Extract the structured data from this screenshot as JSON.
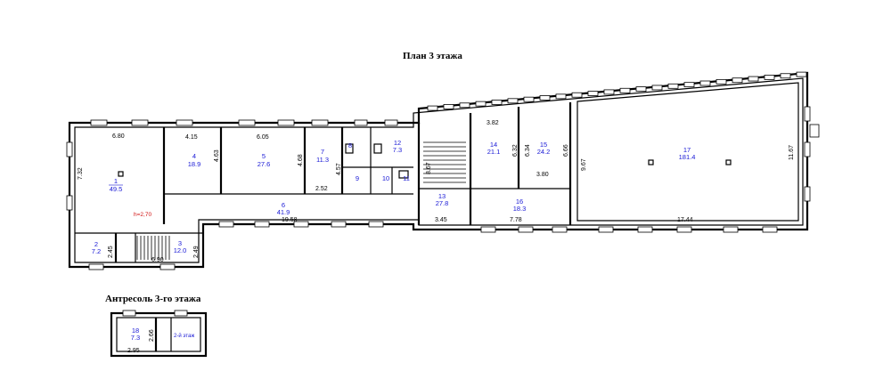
{
  "titles": {
    "plan": "План 3 этажа",
    "mezzanine": "Антресоль 3-го этажа"
  },
  "rooms": [
    {
      "num": "1",
      "area": "49.5"
    },
    {
      "num": "2",
      "area": "7.2"
    },
    {
      "num": "3",
      "area": "12.0"
    },
    {
      "num": "4",
      "area": "18.9"
    },
    {
      "num": "5",
      "area": "27.6"
    },
    {
      "num": "6",
      "area": "41.9"
    },
    {
      "num": "7",
      "area": "11.3"
    },
    {
      "num": "8",
      "area": ""
    },
    {
      "num": "9",
      "area": ""
    },
    {
      "num": "10",
      "area": ""
    },
    {
      "num": "11",
      "area": ""
    },
    {
      "num": "12",
      "area": "7.3"
    },
    {
      "num": "13",
      "area": "27.8"
    },
    {
      "num": "14",
      "area": "21.1"
    },
    {
      "num": "15",
      "area": "24.2"
    },
    {
      "num": "16",
      "area": "18.3"
    },
    {
      "num": "17",
      "area": "181.4"
    },
    {
      "num": "18",
      "area": "7.3"
    }
  ],
  "dimensions": {
    "d680": "6.80",
    "d732": "7.32",
    "d415": "4.15",
    "d463": "4.63",
    "d605": "6.05",
    "d468": "4.68",
    "d457": "4.57",
    "d252": "2.52",
    "d1958": "19.58",
    "d245": "2.45",
    "d249": "2.49",
    "d690": "6.90",
    "d382": "3.82",
    "d632": "6.32",
    "d634": "6.34",
    "d666": "6.66",
    "d380": "3.80",
    "d967": "9.67",
    "d1167": "11.67",
    "d345": "3.45",
    "d778": "7.78",
    "d1744": "17.44",
    "d867": "8.67",
    "d266": "2.66",
    "d295": "2.95"
  },
  "notes": {
    "height": "h=2,70",
    "antresol": "2-й этаж"
  }
}
